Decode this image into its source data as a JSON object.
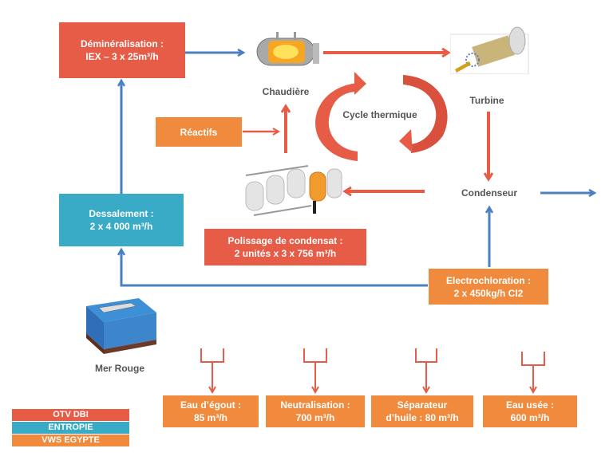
{
  "nodes": {
    "demineralisation": {
      "line1": "Déminéralisation :",
      "line2": "IEX – 3 x 25m³/h"
    },
    "chaudiere": {
      "label": "Chaudière"
    },
    "turbine": {
      "label": "Turbine"
    },
    "cycle": {
      "label": "Cycle thermique"
    },
    "reactifs": {
      "label": "Réactifs"
    },
    "condenseur": {
      "label": "Condenseur"
    },
    "dessalement": {
      "line1": "Dessalement :",
      "line2": "2 x 4 000 m³/h"
    },
    "polissage": {
      "line1": "Polissage de condensat :",
      "line2": "2 unités x 3 x 756 m³/h"
    },
    "electrochloration": {
      "line1": "Electrochloration :",
      "line2": "2 x 450kg/h Cl2"
    },
    "mer_rouge": {
      "label": "Mer Rouge"
    }
  },
  "effluents": [
    {
      "line1": "Eau d’égout :",
      "line2": "85 m³/h"
    },
    {
      "line1": "Neutralisation :",
      "line2": "700 m³/h"
    },
    {
      "line1": "Séparateur",
      "line2": "d’huile : 80 m³/h"
    },
    {
      "line1": "Eau usée :",
      "line2": "600 m³/h"
    }
  ],
  "legend": [
    {
      "label": "OTV DBI",
      "color": "#e65c46"
    },
    {
      "label": "ENTROPIE",
      "color": "#3aabc7"
    },
    {
      "label": "VWS EGYPTE",
      "color": "#f08b3e"
    }
  ],
  "colors": {
    "red": "#e65c46",
    "teal": "#3aabc7",
    "orange": "#f08b3e",
    "blue_arrow": "#4a7fc1",
    "red_arrow": "#e65c46"
  }
}
